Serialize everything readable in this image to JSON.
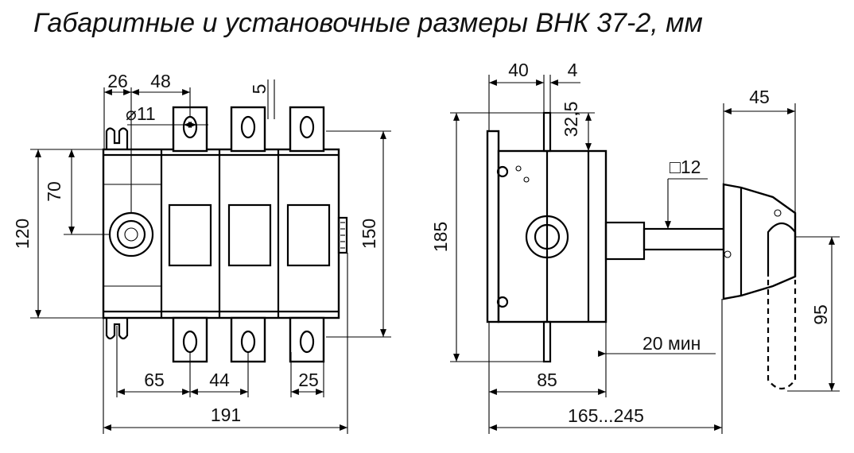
{
  "title": "Габаритные и установочные размеры ВНК 37-2, мм",
  "front_view": {
    "d26": "26",
    "d48": "48",
    "d5": "5",
    "d11": "⌀11",
    "d70": "70",
    "d120": "120",
    "d150": "150",
    "d65": "65",
    "d44": "44",
    "d25": "25",
    "d191": "191"
  },
  "side_view": {
    "d40": "40",
    "d4": "4",
    "d32_5": "32,5",
    "d185": "185",
    "d45": "45",
    "d12": "□12",
    "d20": "20 мин",
    "d85": "85",
    "d95": "95",
    "d165": "165...245"
  }
}
